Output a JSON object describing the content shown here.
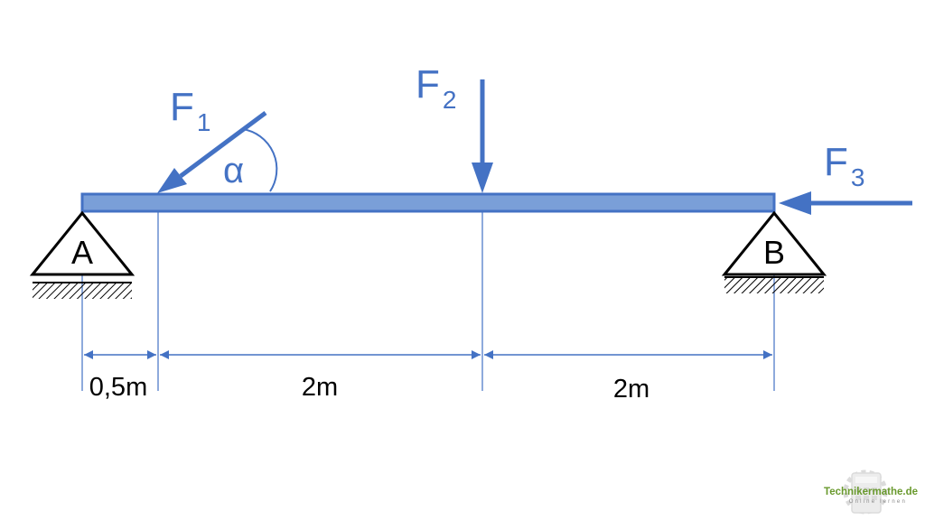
{
  "diagram": {
    "forces": {
      "f1": {
        "symbol": "F",
        "index": "1",
        "angle_symbol": "α"
      },
      "f2": {
        "symbol": "F",
        "index": "2"
      },
      "f3": {
        "symbol": "F",
        "index": "3"
      }
    },
    "supports": {
      "a": {
        "label": "A"
      },
      "b": {
        "label": "B"
      }
    },
    "dimensions": [
      {
        "label": "0,5m"
      },
      {
        "label": "2m"
      },
      {
        "label": "2m"
      }
    ],
    "colors": {
      "accent": "#4472c4",
      "beam_fill": "#7a9fd8",
      "text": "#000000"
    }
  },
  "watermark": {
    "brand": "Technikermathe.de",
    "tagline": "Online lernen",
    "icon": "calculator-gear-icon"
  }
}
